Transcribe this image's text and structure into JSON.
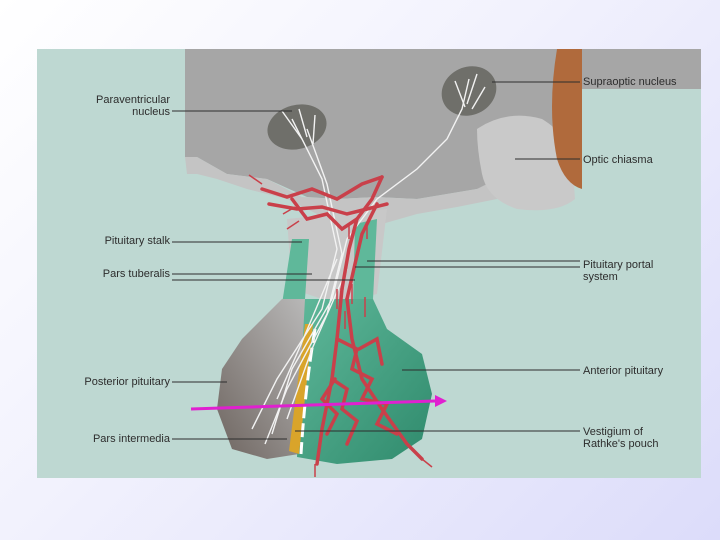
{
  "labels": {
    "paraventricular_line1": "Paraventricular",
    "paraventricular_line2": "nucleus",
    "supraoptic": "Supraoptic nucleus",
    "optic_chiasma": "Optic chiasma",
    "pituitary_stalk": "Pituitary stalk",
    "pars_tuberalis": "Pars tuberalis",
    "portal_line1": "Pituitary portal",
    "portal_line2": "system",
    "posterior_pituitary": "Posterior pituitary",
    "anterior_pituitary": "Anterior pituitary",
    "pars_intermedia": "Pars intermedia",
    "rathke_line1": "Vestigium of",
    "rathke_line2": "Rathke's pouch"
  },
  "colors": {
    "slide_background": "#dcdcfa",
    "panel_background": "#bed8d2",
    "hypothalamus": "#a6a6a6",
    "stalk": "#c8c8c8",
    "posterior_lobe": "#7d7774",
    "anterior_lobe": "#3f9a7e",
    "pars_intermedia": "#d9a42a",
    "blood_vessels": "#c9404a",
    "arrow": "#e020d0",
    "brown_tissue": "#b06a3c"
  }
}
